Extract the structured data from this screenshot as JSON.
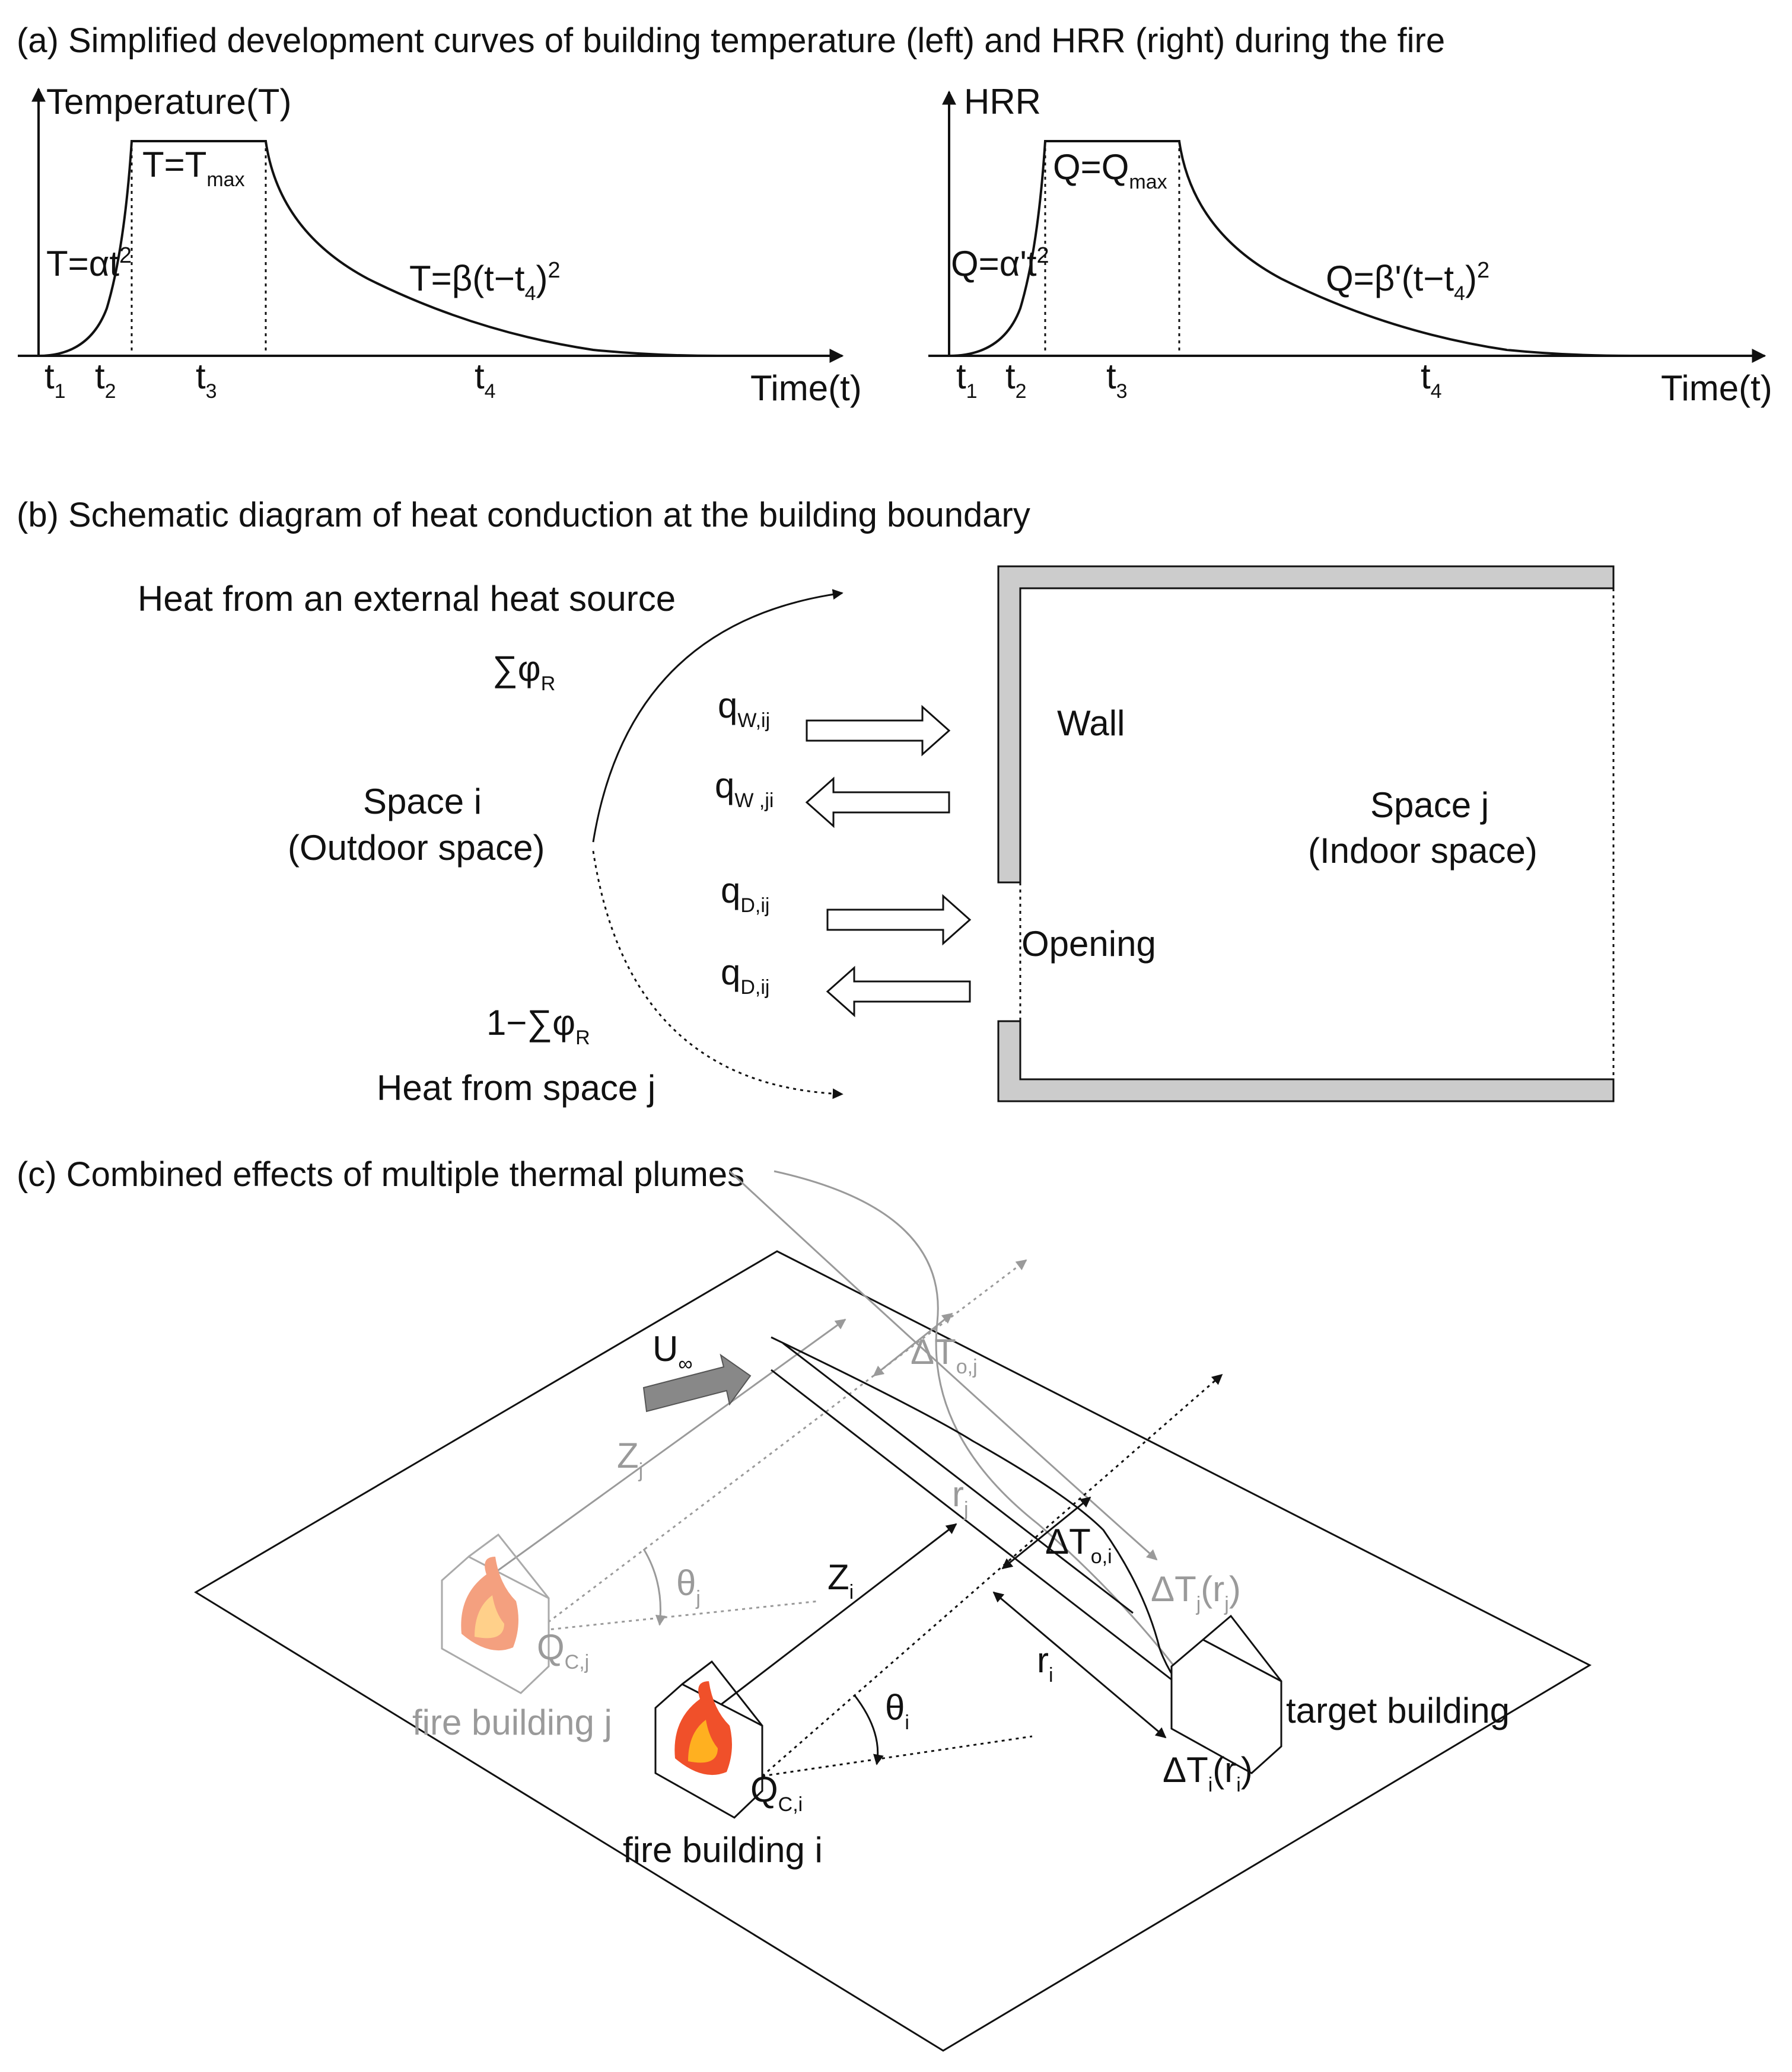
{
  "panel_a": {
    "caption": "(a) Simplified development curves of building temperature (left) and HRR (right) during the fire",
    "left": {
      "y_axis": "Temperature(T)",
      "x_axis": "Time(t)",
      "max_base": "T=T",
      "max_sub": "max",
      "rise_base": "T=αt",
      "rise_sup": "2",
      "decay_a": "T=β(t−t",
      "decay_sub": "4",
      "decay_b": ")",
      "decay_sup": "2",
      "ticks": [
        {
          "b": "t",
          "s": "1"
        },
        {
          "b": "t",
          "s": "2"
        },
        {
          "b": "t",
          "s": "3"
        },
        {
          "b": "t",
          "s": "4"
        }
      ]
    },
    "right": {
      "y_axis": "HRR",
      "x_axis": "Time(t)",
      "max_base": "Q=Q",
      "max_sub": "max",
      "rise_base": "Q=α't",
      "rise_sup": "2",
      "decay_a": "Q=β'(t−t",
      "decay_sub": "4",
      "decay_b": ")",
      "decay_sup": "2",
      "ticks": [
        {
          "b": "t",
          "s": "1"
        },
        {
          "b": "t",
          "s": "2"
        },
        {
          "b": "t",
          "s": "3"
        },
        {
          "b": "t",
          "s": "4"
        }
      ]
    }
  },
  "panel_b": {
    "caption": "(b) Schematic diagram of heat conduction at the building boundary",
    "ext_source": "Heat from an external heat source",
    "sum_phi": {
      "b": "∑φ",
      "s": "R"
    },
    "one_minus": {
      "b": "1−∑φ",
      "s": "R"
    },
    "from_j": "Heat from space j",
    "space_i_1": "Space i",
    "space_i_2": "(Outdoor space)",
    "space_j_1": "Space j",
    "space_j_2": "(Indoor space)",
    "wall": "Wall",
    "opening": "Opening",
    "q_wij": {
      "b": "q",
      "s": "W,ij"
    },
    "q_wji": {
      "b": "q",
      "s": "W ,ji"
    },
    "q_dij_1": {
      "b": "q",
      "s": "D,ij"
    },
    "q_dij_2": {
      "b": "q",
      "s": "D,ij"
    }
  },
  "panel_c": {
    "caption": "(c) Combined effects of multiple thermal plumes",
    "u_inf": {
      "b": "U",
      "s": "∞"
    },
    "z_j": {
      "b": "Z",
      "s": "j"
    },
    "z_i": {
      "b": "Z",
      "s": "i"
    },
    "theta_j": {
      "b": "θ",
      "s": "j"
    },
    "theta_i": {
      "b": "θ",
      "s": "i"
    },
    "r_j": {
      "b": "r",
      "s": "j"
    },
    "r_i": {
      "b": "r",
      "s": "i"
    },
    "dT_oj": {
      "b": "ΔT",
      "s": "o,j"
    },
    "dT_oi": {
      "b": "ΔT",
      "s": "o,i"
    },
    "dT_j_a": "ΔT",
    "dT_j_s1": "j",
    "dT_j_b": "(r",
    "dT_j_s2": "j",
    "dT_j_c": ")",
    "dT_i_a": "ΔT",
    "dT_i_s1": "i",
    "dT_i_b": "(r",
    "dT_i_s2": "i",
    "dT_i_c": ")",
    "q_cj": {
      "b": "Q",
      "s": "C,j"
    },
    "q_ci": {
      "b": "Q",
      "s": "C,i"
    },
    "fire_j": "fire building j",
    "fire_i": "fire building i",
    "target": "target building"
  },
  "colors": {
    "ink": "#111111",
    "grey": "#9a9a9a",
    "wall_fill": "#cccccc",
    "flame_outer": "#f0502a",
    "flame_inner": "#ffb020"
  }
}
